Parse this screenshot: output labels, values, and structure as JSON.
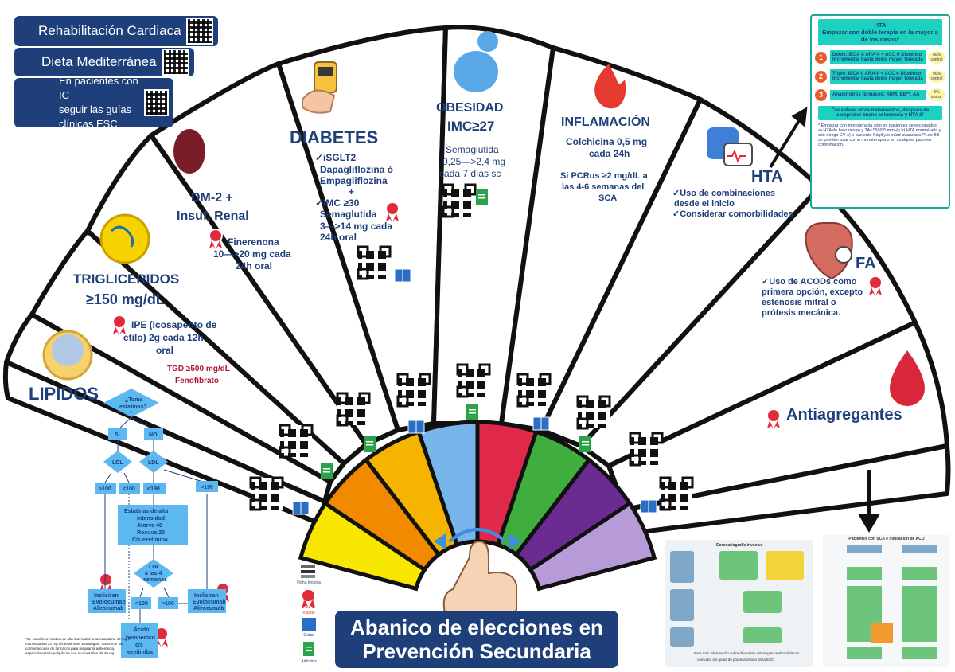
{
  "title": {
    "line1": "Abanico de elecciones en",
    "line2": "Prevención Secundaria"
  },
  "pills": {
    "rehab": "Rehabilitación Cardiaca",
    "diet": "Dieta Mediterránea",
    "ic_line1": "En pacientes con IC",
    "ic_line2": "seguir las guías",
    "ic_line3": "clínicas ESC"
  },
  "colors": {
    "navy": "#1f3f7a",
    "blade_outline": "#111111",
    "rainbow": [
      "#f7e600",
      "#f28a00",
      "#f5b400",
      "#77b5ea",
      "#e0294a",
      "#3fae3f",
      "#6a2c91",
      "#b79ad8"
    ],
    "flow_blue": "#5cb8f0",
    "hta_teal": "#1dd1c0",
    "ribbon_red": "#e12a3a"
  },
  "sections": {
    "lipidos": {
      "title": "LIPIDOS"
    },
    "trigliceridos": {
      "title1": "TRIGLICERIDOS",
      "title2": "≥150 mg/dL",
      "line1": "IPE (Icosapento de",
      "line2": "etilo) 2g cada 12h",
      "line3": "oral",
      "red1": "TGD ≥500 mg/dL",
      "red2": "Fenofibrato"
    },
    "dm2": {
      "title1": "DM-2 +",
      "title2": "Insuf. Renal",
      "line1": "Finerenona",
      "line2": "10—>20 mg cada",
      "line3": "24h oral"
    },
    "diabetes": {
      "title": "DIABETES",
      "line1": "✓iSGLT2",
      "line2": "Dapagliflozina ó",
      "line3": "Empagliflozina",
      "plus": "+",
      "line4": "✓IMC ≥30",
      "line5": "Semaglutida",
      "line6": "3—>14 mg cada",
      "line7": "24h oral"
    },
    "obesidad": {
      "title1": "OBESIDAD",
      "title2": "IMC≥27",
      "line1": "Semaglutida",
      "line2": "0,25—>2,4 mg",
      "line3": "cada 7 días sc"
    },
    "inflamacion": {
      "title": "INFLAMACIÓN",
      "line1": "Colchicina 0,5 mg",
      "line2": "cada 24h",
      "line3": "Si PCRus ≥2 mg/dL a",
      "line4": "las 4-6 semanas del",
      "line5": "SCA"
    },
    "hta": {
      "title": "HTA",
      "line1": "✓Uso de combinaciones",
      "line2": "desde el inicio",
      "line3": "✓Considerar comorbilidades"
    },
    "fa": {
      "title": "FA",
      "line1": "✓Uso de ACODs como",
      "line2": "primera opción, excepto",
      "line3": "estenosis mitral o",
      "line4": "prótesis mecánica."
    },
    "antiagregantes": {
      "title": "Antiagregantes"
    }
  },
  "flowchart": {
    "q1a": "¿Toma",
    "q1b": "estatinas?",
    "q1c": "*",
    "si": "SI",
    "no": "NO",
    "ldl": "LDL",
    "gt100": ">100",
    "lt100": "<100",
    "lt190": "<190",
    "gt190": ">190",
    "statin1": "Estatinas de alta",
    "statin2": "intensidad",
    "statin3": "Atorva 40",
    "statin4": "Rosuva 20",
    "statin5": "C/s ezetimiba",
    "ldl4a": "LDL",
    "ldl4b": "a las 4",
    "ldl4c": "semanas",
    "lt100b": "<100",
    "gt100b": ">100",
    "inc1": "Inclisiran",
    "evo1": "Evolocumab",
    "ali1": "Alirocumab",
    "inc2": "Inclisiran",
    "evo2": "Evolocumab",
    "ali2": "Alirocumab",
    "acido1": "Ácido",
    "acido2": "bempedico",
    "acido3": "c/s",
    "acido4": "ezetimiba"
  },
  "footnote": "*Se considera estatina de alta intensidad la atorvastatina 40 mg ó rosuvastatina 20 mg c/s ezetimibe. Estrategias: Favorecer las combinaciones de fármacos para mejorar la adherencia, especialmente la polipíldora con atorvastatina de 40 mg.",
  "legend": {
    "ficha": "Ficha técnica",
    "visado": "Visado",
    "guias": "Guías",
    "articulos": "Artículos"
  },
  "hta_panel": {
    "header1": "HTA",
    "header2": "Empezar con doble terapia en la mayoría de los casos*",
    "step1": "Doble: IECA ó ARA-II + ACC ó Diurético Incrementar hasta dosis mayor tolerada",
    "step1_pct": "60% control",
    "step2": "Triple: IECA ó ARA-II + ACC ó Diurético Incrementar hasta dosis mayor tolerada",
    "step2_pct": "90% control",
    "step3": "Añadir otros fármacos: ARM, BB**, AA",
    "step3_pct": "5% aprox.",
    "consider": "Considerar otros tratamientos, después de comprobar buena adherencia y HTA 2°",
    "note": "* Empezar con monoterapia sólo en pacientes seleccionados: a) HTA de bajo riesgo y TA<150/95 mmHg b) HTA normal-alta y alto riesgo CV c) o paciente frágil y/o edad avanzada **Los BB se pueden usar como monoterapia o en cualquier paso en combinación."
  },
  "sca_panel": {
    "title": "Coronariografía invasiva",
    "more1": "Para más información sobre diferentes estrategias antitrombóticas",
    "more2": "consultar las guías de práctica clínica de la ESC"
  },
  "aco_panel": {
    "title": "Pacientes con SCA e indicación de ACO"
  }
}
